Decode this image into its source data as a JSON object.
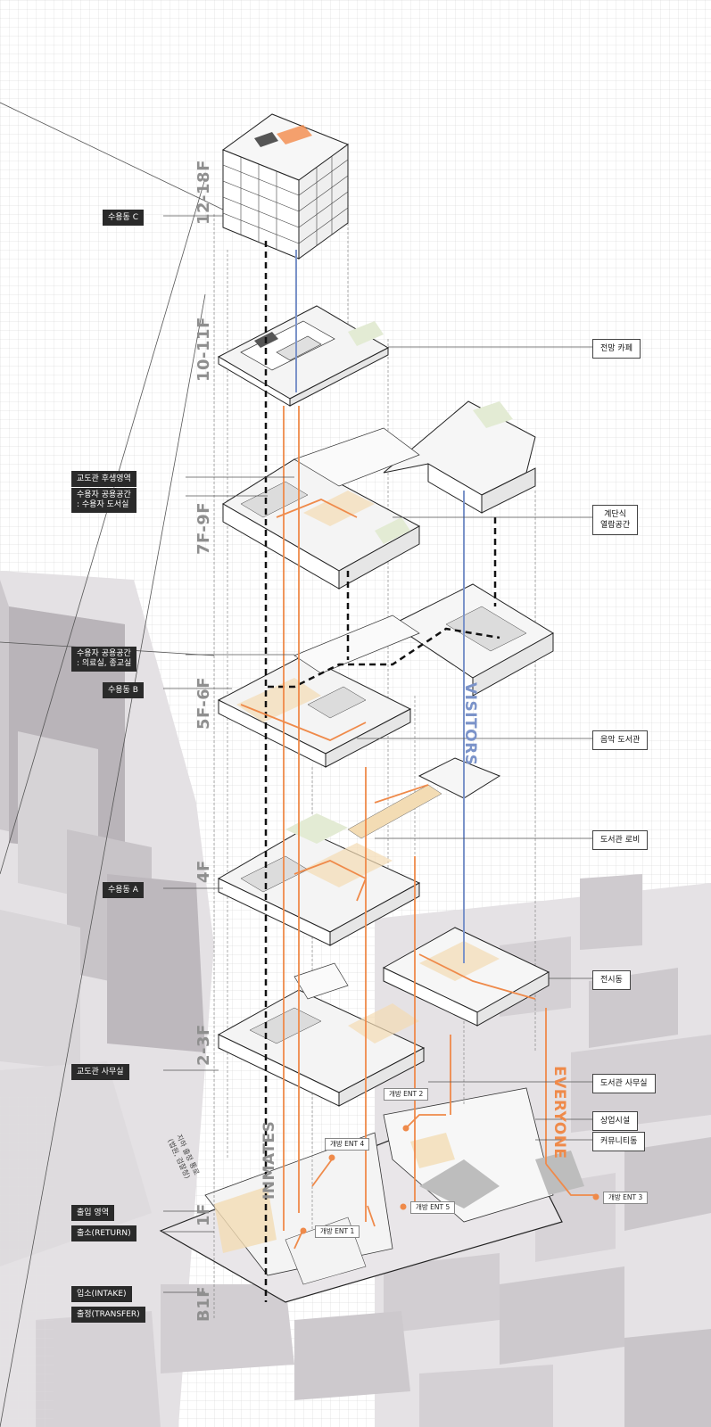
{
  "floors": {
    "f12_18": "12-18F",
    "f10_11": "10-11F",
    "f7_9": "7F-9F",
    "f5_6": "5F-6F",
    "f4": "4F",
    "f2_3": "2-3F",
    "f1": "1F",
    "b1": "B1F"
  },
  "streams": {
    "inmates": "INMATES",
    "visitors": "VISITORS",
    "everyone": "EVERYONE"
  },
  "left_labels": {
    "block_c": "수용동 C",
    "rehab_area": "교도관 후생영역",
    "inmate_common_1": "수용자 공용공간",
    "inmate_library": ": 수용자 도서실",
    "inmate_common_2": "수용자 공용공간",
    "medical_religion": ": 의료실, 종교실",
    "block_b": "수용동 B",
    "block_a": "수용동 A",
    "officer_office": "교도관 사무실",
    "entry_area": "출입 영역",
    "return": "출소(RETURN)",
    "intake": "입소(INTAKE)",
    "transfer": "출정(TRANSFER)"
  },
  "right_labels": {
    "view_cafe": "전망 카페",
    "stair_reading_1": "계단식",
    "stair_reading_2": "열람공간",
    "music_library": "음악 도서관",
    "library_lobby": "도서관 로비",
    "exhibition": "전시동",
    "library_office": "도서관 사무실",
    "commercial": "상업시설",
    "community": "커뮤니티동"
  },
  "entrances": {
    "ent1": "개방 ENT 1",
    "ent2": "개방 ENT 2",
    "ent3": "개방 ENT 3",
    "ent4": "개방 ENT 4",
    "ent5": "개방 ENT 5"
  },
  "underground_note": {
    "line1": "지하 출정 통로",
    "line2": "(법원, 검찰청)"
  },
  "colors": {
    "inmates": "#111111",
    "visitors": "#7b93c9",
    "everyone": "#ef8a4a",
    "floor_label": "#8f8f8f",
    "context_buildings": "#d9d6d9"
  }
}
